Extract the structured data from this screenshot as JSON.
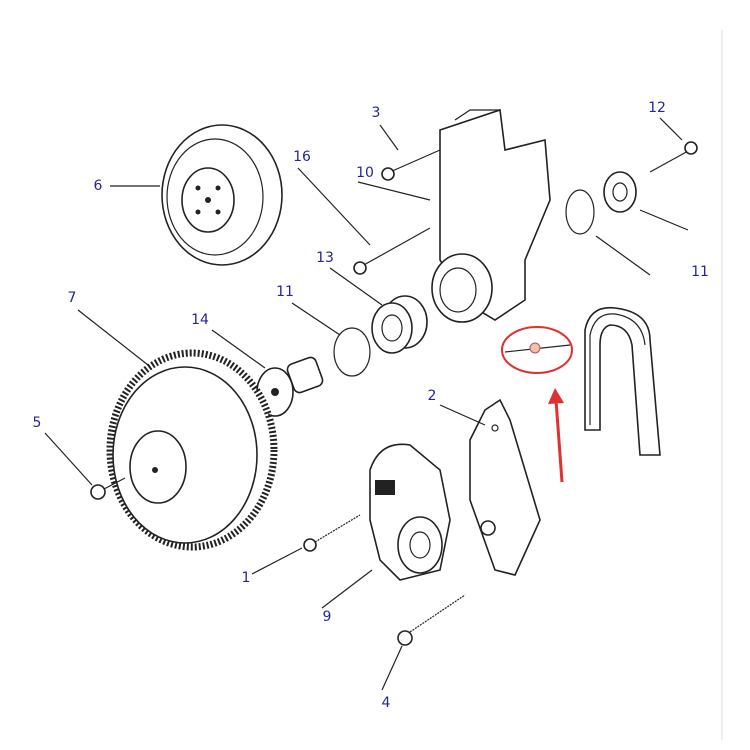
{
  "diagram": {
    "labels": [
      {
        "id": "3",
        "text": "3"
      },
      {
        "id": "12",
        "text": "12"
      },
      {
        "id": "16",
        "text": "16"
      },
      {
        "id": "10",
        "text": "10"
      },
      {
        "id": "6",
        "text": "6"
      },
      {
        "id": "13",
        "text": "13"
      },
      {
        "id": "11a",
        "text": "11"
      },
      {
        "id": "11b",
        "text": "11"
      },
      {
        "id": "7",
        "text": "7"
      },
      {
        "id": "14",
        "text": "14"
      },
      {
        "id": "2",
        "text": "2"
      },
      {
        "id": "5",
        "text": "5"
      },
      {
        "id": "1",
        "text": "1"
      },
      {
        "id": "9",
        "text": "9"
      },
      {
        "id": "4",
        "text": "4"
      }
    ],
    "highlight_color": "#e03030",
    "label_color": "#25259a"
  }
}
